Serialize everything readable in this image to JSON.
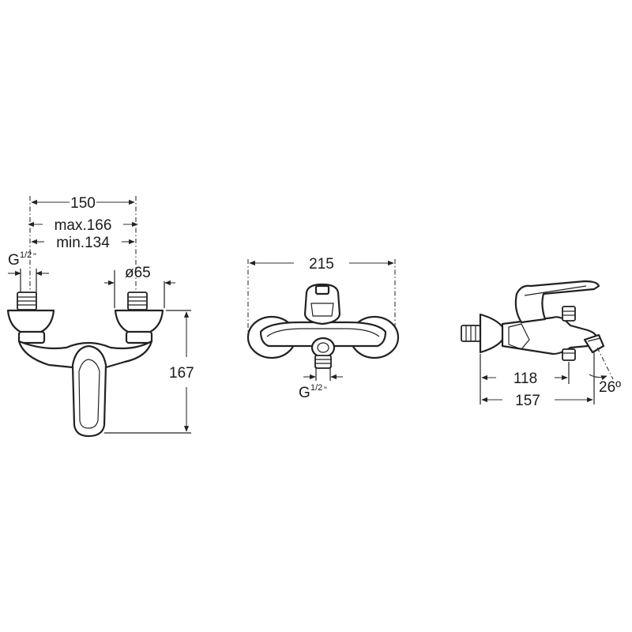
{
  "front_view": {
    "width_label": "150",
    "max_label": "max.166",
    "min_label": "min.134",
    "thread_label": "G",
    "thread_fraction": "1/2",
    "thread_quote": "\"",
    "diameter_label": "ø65",
    "height_label": "167"
  },
  "top_view": {
    "width_label": "215",
    "thread_label": "G",
    "thread_fraction": "1/2",
    "thread_quote": "\""
  },
  "side_view": {
    "depth_inner_label": "118",
    "depth_outer_label": "157",
    "angle_label": "26º"
  }
}
